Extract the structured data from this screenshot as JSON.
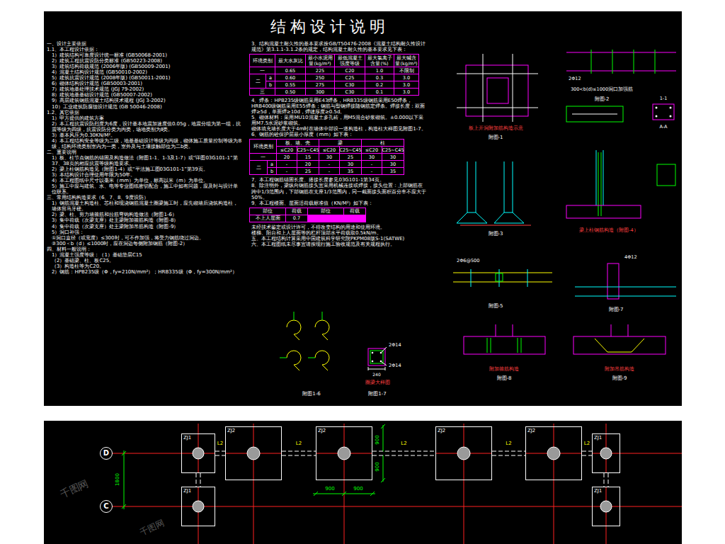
{
  "diagram": {
    "title": "结构设计说明",
    "nodes": [
      {
        "text": [
          "D"
        ]
      },
      {
        "text": [
          "ZJ1"
        ]
      },
      {
        "text": [
          "ZJ2"
        ]
      },
      {
        "text": [
          "ZJ2"
        ]
      },
      {
        "text": [
          "ZJ2"
        ]
      },
      {
        "text": [
          "ZJ2"
        ]
      },
      {
        "text": [
          "ZJ1"
        ]
      },
      {
        "text": [
          "C"
        ]
      },
      {
        "text": [
          "ZJ1"
        ]
      },
      {
        "text": [
          "ZJ1"
        ]
      }
    ],
    "edges": [
      {
        "from": 1,
        "to": 2,
        "arrow": "none",
        "label": "L2"
      },
      {
        "from": 2,
        "to": 3,
        "arrow": "none",
        "label": "L2"
      },
      {
        "from": 3,
        "to": 4,
        "arrow": "none",
        "label": "L2"
      },
      {
        "from": 4,
        "to": 5,
        "arrow": "none",
        "label": "L2"
      },
      {
        "from": 5,
        "to": 6,
        "arrow": "none",
        "label": "L2"
      },
      {
        "from": 1,
        "to": 8,
        "arrow": "none"
      },
      {
        "from": 6,
        "to": 9,
        "arrow": "none"
      }
    ],
    "labels": [
      "一、设计主要依据",
      "1.1、本工程设计依据：",
      "1）建筑结构可靠度设计统一标准 (GB50068-2001)",
      "2）建筑工程抗震设防分类标准 (GB50223-2008)",
      "3）建筑结构荷载规范 (2006年版) (GB50009-2001)",
      "4）混凝土结构设计规范 (GB50010-2002)",
      "5）建筑抗震设计规范 (2008年版) (GB50011-2001)",
      "6）砌体结构设计规范 (GB50003-2001)",
      "7）建筑地基处理技术规范 (JGJ 79-2002)",
      "8）建筑地基基础设计规范 (GB50007-2002)",
      "9）高层建筑钢筋混凝土结构技术规程 (JGJ 3-2002)",
      "10）工业建筑防腐蚀设计规范 (GB 50046-2008)",
      "1.2、其它依据",
      "1）甲方提供的建筑方案",
      "2）本工程抗震设防烈度为6度，设计基本地震加速度值0.05g，地震分组为第一组，抗震等级为四级，抗震设防分类为丙类，场地类别为Ⅱ类。",
      "3）基本风压为0.30KN/M²。",
      "4）本工程结构安全等级为二级，地基基础设计等级为丙级，砌体施工质量控制等级为B级，结构环境类别室内为一类，室外及与土壤接触部位为二b类。",
      "二、重要说明",
      "1）板、柱节点钢筋的锚固及构造做法（附图1-1、1-3及1-7）或“详图03G101-1”第37、38页的相应抗震等级构造要求。",
      "2）梁上柱钢筋构造见（附图1-4）或“平法施工图03G101-1”第39页。",
      "3）本结构设计合理使用年限为50年。",
      "4）本工程图纸中尺寸以毫米（mm）为单位，标高以米（m）为单位。",
      "5）施工中应与建筑、水、电等专业图纸密切配合，施工中如有问题，应及时与设计单位联系。",
      "三、常用结构构造要求（6、7、8、9度设防）",
      "1）钢筋混凝土构造柱、芯柱和现浇钢筋混凝土圈梁施工时，应先砌墙后浇筑构造柱，墙体留马牙槎。",
      "2）梁、柱、剪力墙箍筋和拉筋弯钩构造做法（附图1-6）",
      "3）集中荷载（次梁支座）处主梁附加箍筋构造（附图-8）",
      "4）集中荷载（次梁支座）处主梁附加吊筋构造（附图-9）",
      "5）洞口补强：",
      "①洞口直径（或宽度）≤300时，可不作加强，将受力钢筋绕过洞边。",
      "②300＜b（d）≤1000时，应在洞边每侧附加钢筋（附图-2）",
      "四、材料一般说明：",
      "1）混凝土强度等级：（1）基础垫层C15",
      "（2）基础梁、柱、板C25。",
      "（3）构造柱等为C20。",
      "2）钢筋：HPB235级（Φ，fy=210N/mm²）；HRB335级（Φ，fy=300N/mm²）",
      "3、结构混凝土耐久性的基本要求按GB/T50476-2008《混凝土结构耐久性设计规范》第3.1.1-3.1.2条的规定，结构混凝土耐久性的基本要求见下表：",
      "环境类别",
      "最大水灰比",
      "最小水泥用量(kg/m³)",
      "最低混凝土强度等级",
      "最大氯离子含量(%)",
      "最大碱含量(kg/m³)",
      "一",
      "0.65",
      "225",
      "C20",
      "1.0",
      "不限制",
      "二",
      "a",
      "0.60",
      "250",
      "C25",
      "0.3",
      "3.0",
      "b",
      "0.55",
      "275",
      "C30",
      "0.2",
      "3.0",
      "三",
      "0.50",
      "300",
      "C30",
      "0.1",
      "3.0",
      "4、焊条：HPB235级钢筋采用E43焊条，HRB335级钢筋采用E50焊条，HRB400级钢筋采用E55焊条；钢筋与型钢焊接随钢筋定焊条。焊接长度：双面焊≥5d，单面焊≥10d，焊缝厚度≥0.5d。",
      "5、砌体材料：采用MU10混凝土多孔砖，用M5混合砂浆砌筑。±0.000以下采用M7.5水泥砂浆砌筑。",
      "砌体填充墙长度大于4m时在墙体中部设一道构造柱，构造柱大样图见附图1-7。",
      "6、钢筋的砼保护层最小厚度（mm）如下表：",
      "环境类别",
      "板、墙、壳",
      "梁",
      "柱",
      "≤C20",
      "C25~C45",
      "≤C20",
      "C25~C45",
      "≤C20",
      "C25~C45",
      "一",
      "20",
      "15",
      "30",
      "25",
      "30",
      "30",
      "二",
      "a",
      "-",
      "20",
      "-",
      "30",
      "-",
      "30",
      "b",
      "-",
      "25",
      "-",
      "35",
      "-",
      "35",
      "7、本工程钢筋锚固长度、搭接长度参见03G101-1第34页。",
      "8、除注明外，梁纵向钢筋接头宜采用机械连接或焊接，接头位置：上部钢筋在跨中1/3范围内，下部钢筋在支座1/3范围内，同一截面接头面积百分率不应大于50%。",
      "9、本工程楼面、屋面活荷载标准值（KN/M²）如下表：",
      "部位",
      "荷载",
      "部位",
      "荷载",
      "不上人屋面",
      "0.7",
      "未经技术鉴定或设计许可，不得改变结构的用途和使用环境。",
      "楼梯、阳台和上人屋面等的栏杆顶部水平荷载取0.5kN/m。",
      "五、本工程结构计算采用中国建筑科学研究院PKPM08版S-1(SATWE)",
      "六、本工程图纸未尽事宜请按现行施工验收规范及有关规程执行。",
      "板上开洞附加筋构造示意",
      "附图-1",
      "2Φ12",
      "300<b(d)≤1000洞口加强筋",
      "附图-2",
      "1-1",
      "A-A",
      "附图-3",
      "梁上柱钢筋构造（附图-4）",
      "2Φ6@500",
      "附图-5",
      "4Φ12",
      "附图-7",
      "附加箍筋构造",
      "附图-8",
      "附加吊筋构造",
      "附图-9",
      "附图1-6",
      "2Φ14",
      "2Φ14",
      "240",
      "圈梁大样图",
      "附图1-7",
      "1800",
      "900",
      "900",
      "900",
      "900",
      "千图网",
      "千图网"
    ]
  }
}
